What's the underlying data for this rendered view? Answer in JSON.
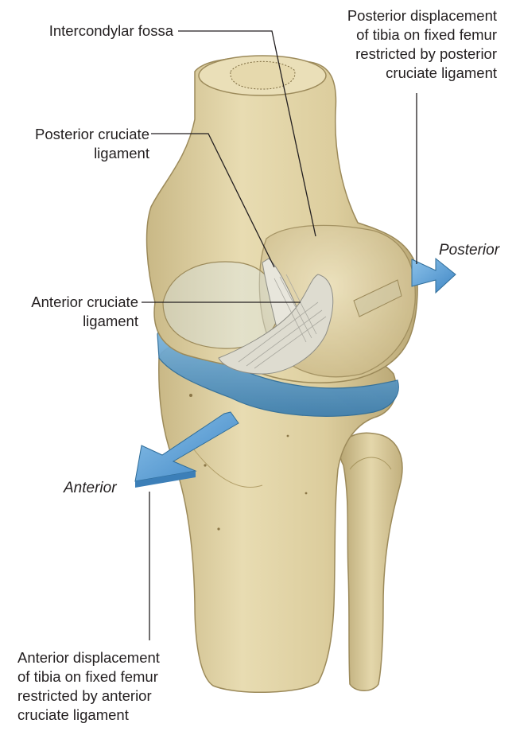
{
  "labels": {
    "intercondylar_fossa": "Intercondylar fossa",
    "posterior_displacement": [
      "Posterior displacement",
      "of tibia on fixed femur",
      "restricted by posterior",
      "cruciate ligament"
    ],
    "posterior_cruciate_ligament": [
      "Posterior cruciate",
      "ligament"
    ],
    "anterior_cruciate_ligament": [
      "Anterior cruciate",
      "ligament"
    ],
    "posterior_direction": "Posterior",
    "anterior_direction": "Anterior",
    "anterior_displacement": [
      "Anterior displacement",
      "of tibia on fixed femur",
      "restricted by anterior",
      "cruciate ligament"
    ]
  },
  "colors": {
    "bone": "#e2d4a6",
    "bone_shadow": "#bfae78",
    "meniscus": "#5d9dc8",
    "ligament": "#dcdcd0",
    "arrow": "#4f9bd6",
    "leader_line": "#231f20"
  }
}
